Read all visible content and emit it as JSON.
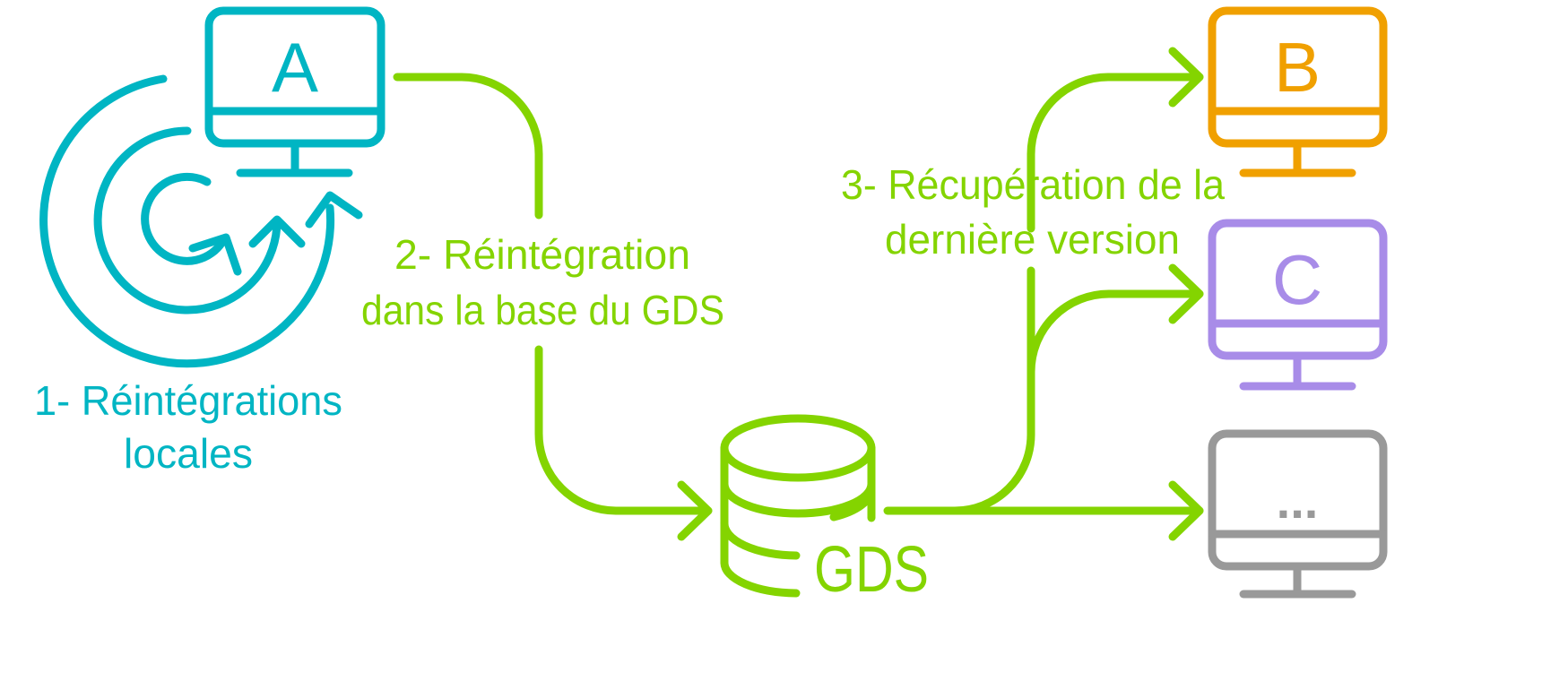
{
  "colors": {
    "local": "#00B5C3",
    "gds": "#84D400",
    "b": "#F0A000",
    "c": "#A88CE8",
    "other": "#999999"
  },
  "computers": {
    "a": {
      "label": "A"
    },
    "b": {
      "label": "B"
    },
    "c": {
      "label": "C"
    },
    "other": {
      "label": "..."
    }
  },
  "database": {
    "label": "GDS"
  },
  "steps": {
    "step1": {
      "line1": "1- Réintégrations",
      "line2": "locales"
    },
    "step2": {
      "line1": "2- Réintégration",
      "line2": "dans la base du GDS"
    },
    "step3": {
      "line1": "3- Récupération de la",
      "line2": "dernière version"
    }
  }
}
